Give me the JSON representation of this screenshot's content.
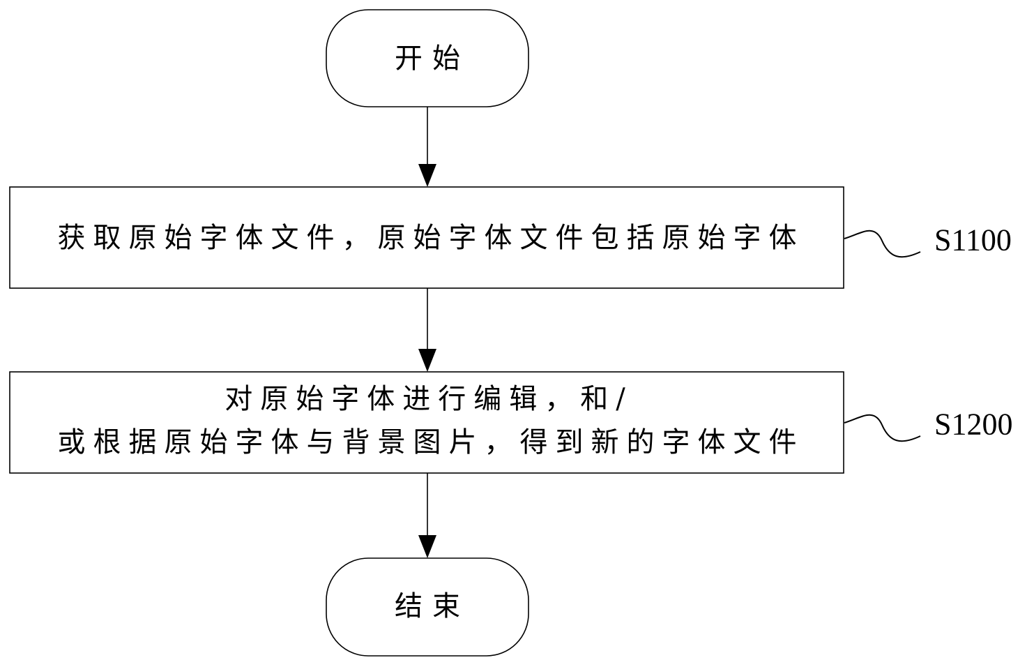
{
  "nodes": {
    "start": {
      "label": "开始"
    },
    "step1": {
      "label": "获取原始字体文件，原始字体文件包括原始字体",
      "step_id": "S1100"
    },
    "step2": {
      "lines": [
        "对原始字体进行编辑，和/",
        "或根据原始字体与背景图片，得到新的字体文件"
      ],
      "step_id": "S1200"
    },
    "end": {
      "label": "结束"
    }
  },
  "colors": {
    "stroke": "#000000",
    "background": "#ffffff"
  }
}
